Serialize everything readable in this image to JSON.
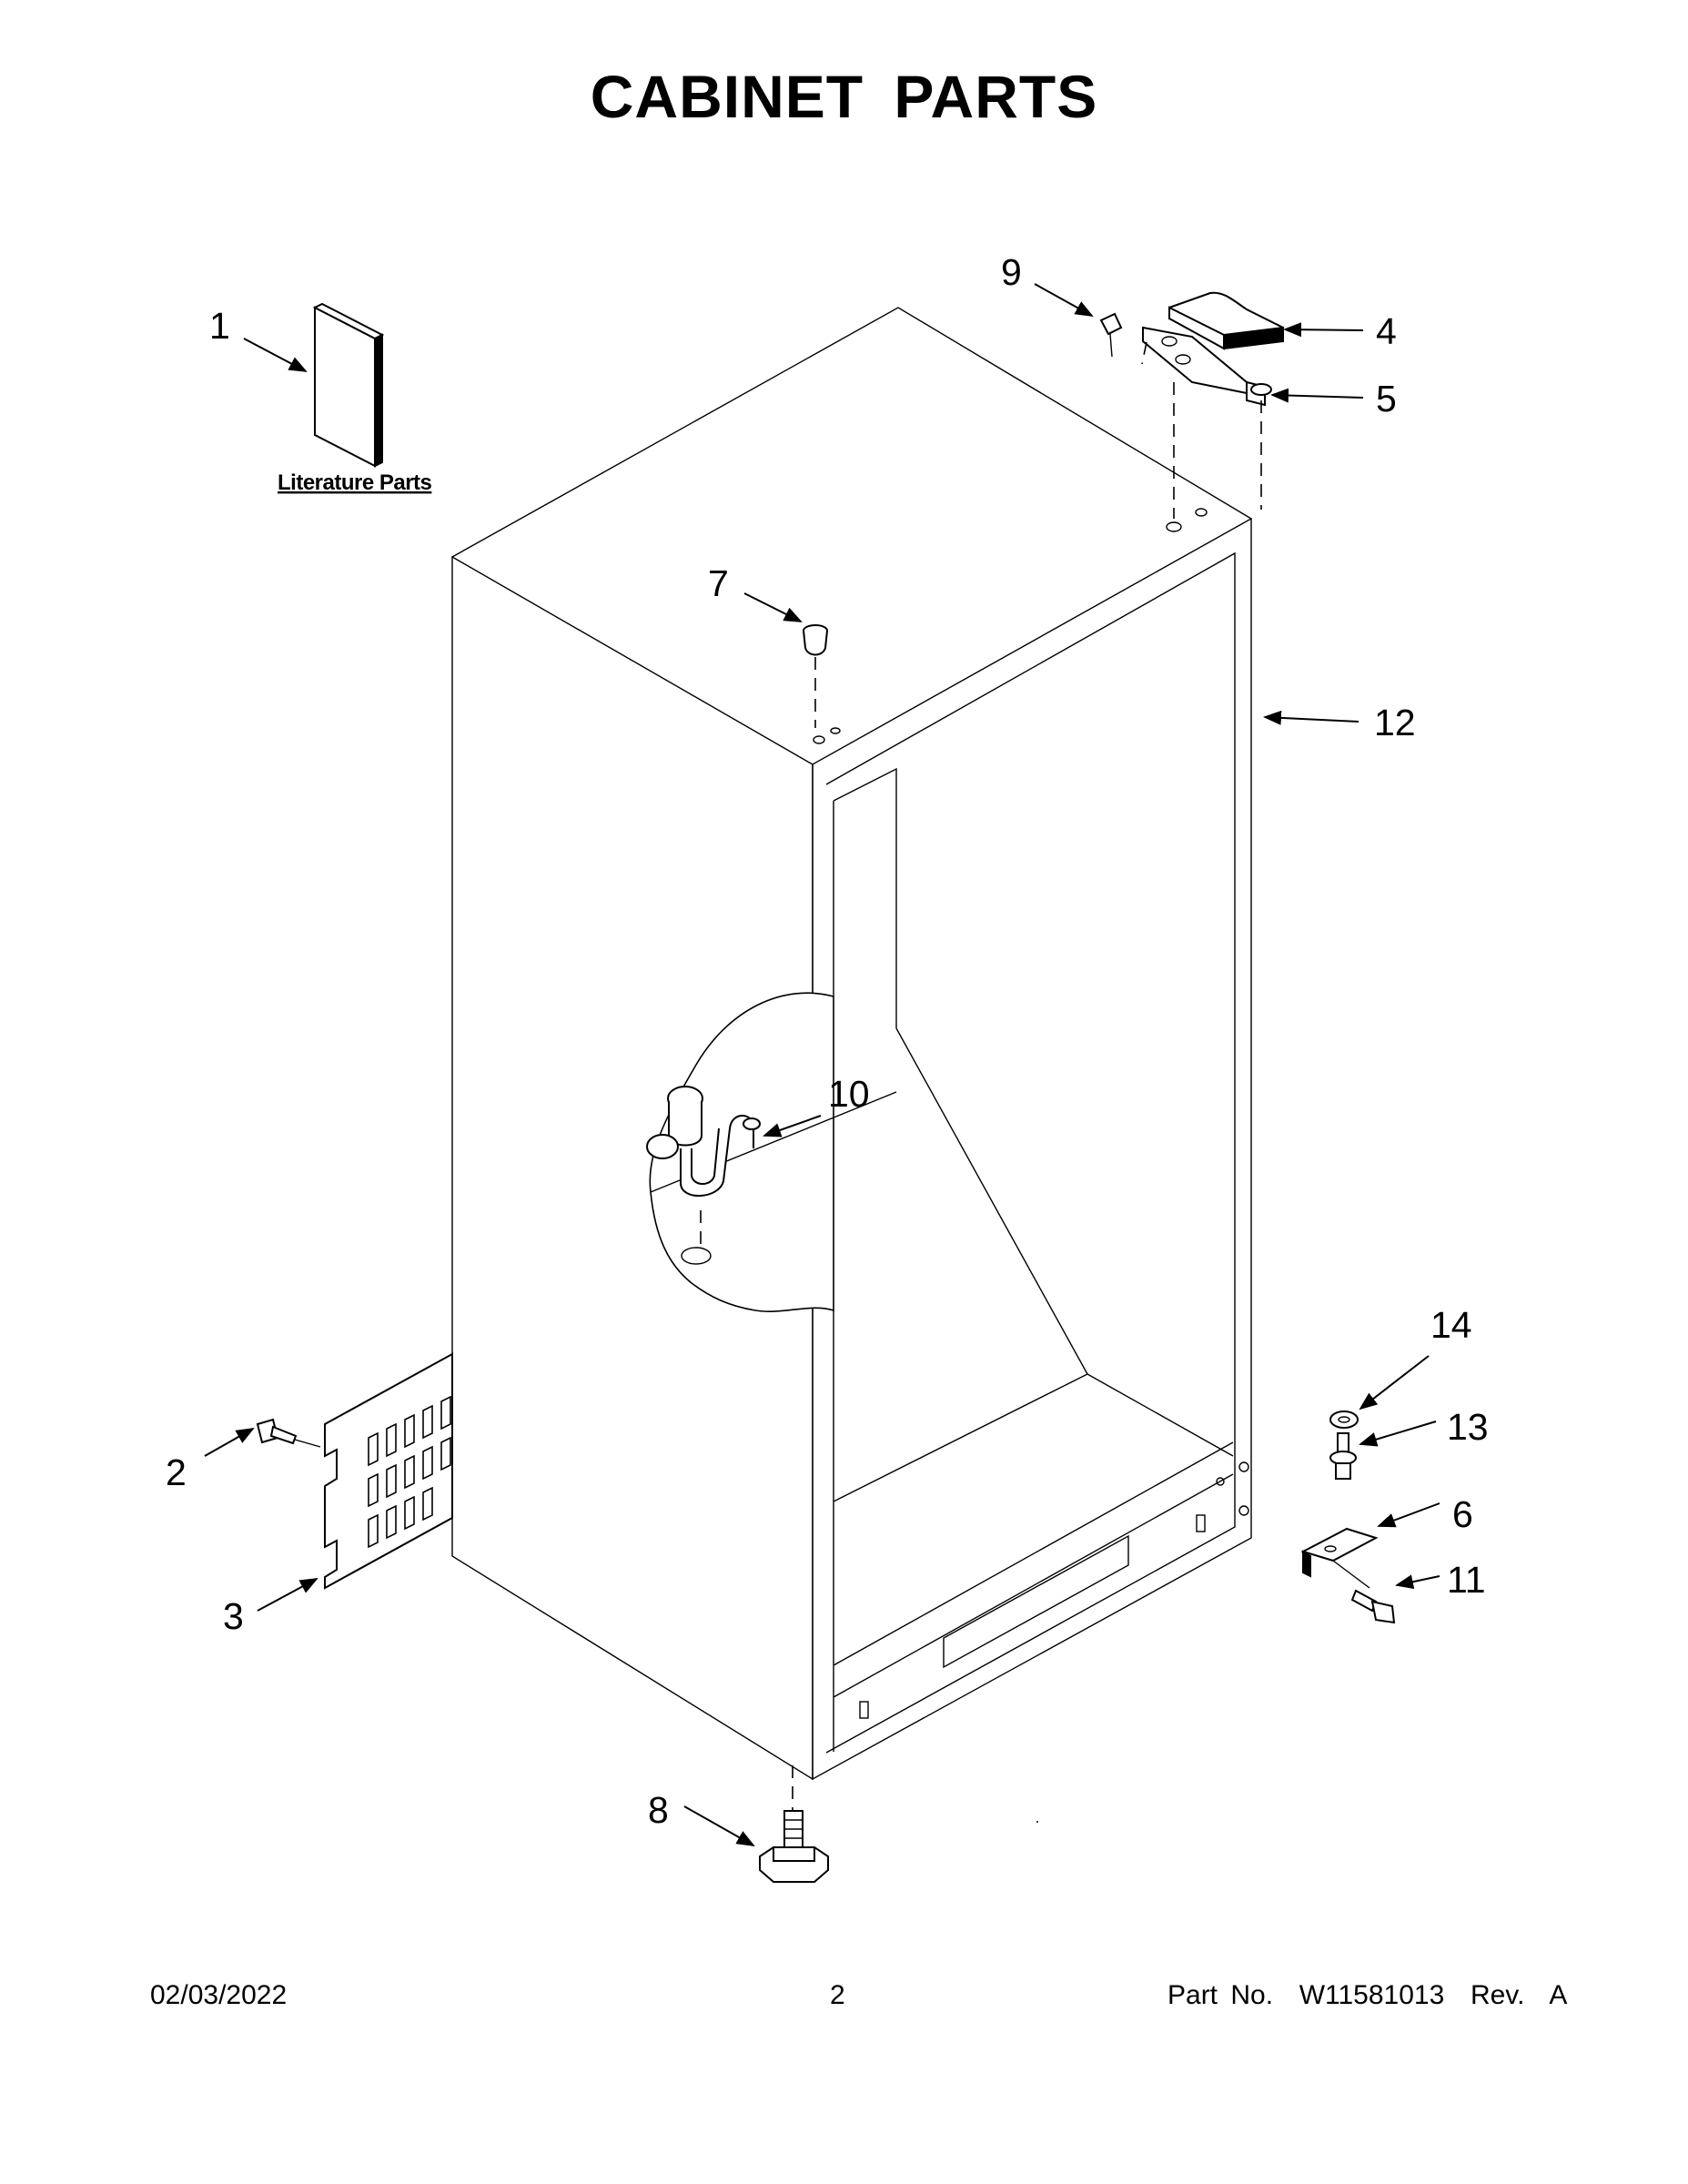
{
  "title": "CABINET PARTS",
  "literature_label": "Literature Parts",
  "callouts": [
    "1",
    "2",
    "3",
    "4",
    "5",
    "6",
    "7",
    "8",
    "9",
    "10",
    "11",
    "12",
    "13",
    "14"
  ],
  "footer": {
    "date": "02/03/2022",
    "page": "2",
    "part": "Part No.  W11581013  Rev.  A"
  }
}
